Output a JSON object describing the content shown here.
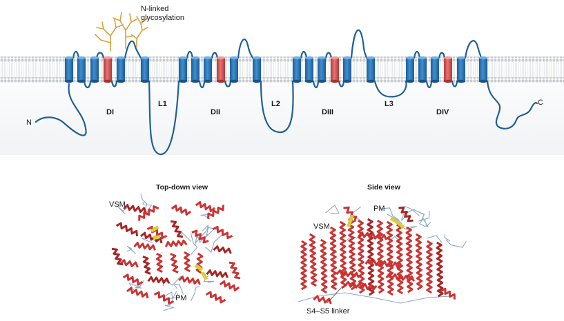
{
  "topology": {
    "glycosylation_label_line1": "N-linked",
    "glycosylation_label_line2": "glycosylation",
    "n_terminus": "N",
    "c_terminus": "C",
    "domains": [
      "DI",
      "DII",
      "DIII",
      "DIV"
    ],
    "linkers": [
      "L1",
      "L2",
      "L3"
    ],
    "segments_per_domain": 6,
    "highlighted_segment": 4,
    "colors": {
      "helix": "#2f78b8",
      "helix_highlight": "#d95b5b",
      "chain": "#1f5f96",
      "glycan": "#d8a13a",
      "membrane_head": "#c9cdd1",
      "membrane_band": "#e6e9ec"
    }
  },
  "structures": {
    "top_down": {
      "title": "Top-down view",
      "label_vsm": "VSM",
      "label_pm": "PM"
    },
    "side": {
      "title": "Side view",
      "label_vsm": "VSM",
      "label_pm": "PM",
      "label_linker": "S4–S5 linker"
    },
    "colors": {
      "helix": "#cc3333",
      "helix_dark": "#a82424",
      "coil": "#8fa6c3",
      "sheet": "#d9cf3a"
    }
  }
}
